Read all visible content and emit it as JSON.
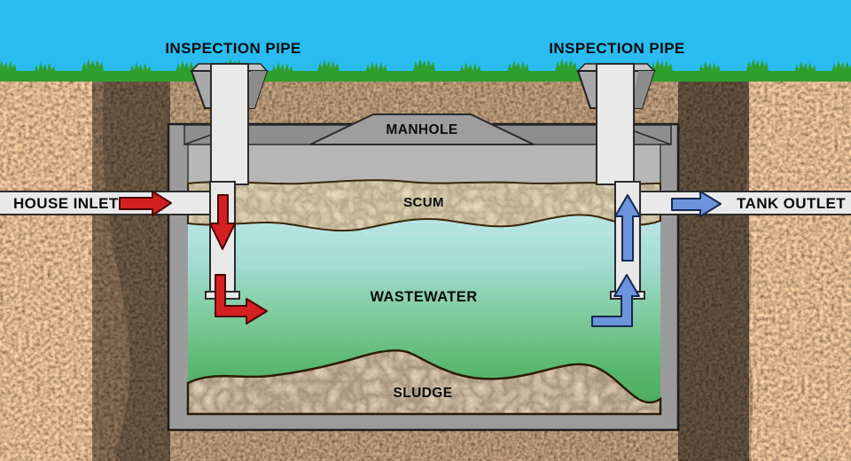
{
  "labels": {
    "inspection_pipe_left": "INSPECTION PIPE",
    "inspection_pipe_right": "INSPECTION PIPE",
    "manhole": "MANHOLE",
    "house_inlet": "HOUSE INLET",
    "tank_outlet": "TANK OUTLET",
    "scum": "SCUM",
    "wastewater": "WASTEWATER",
    "sludge": "SLUDGE"
  },
  "colors": {
    "sky": "#2ABCF1",
    "grass": "#2E9E2C",
    "soil_dark": "#26180C",
    "soil_light": "#5A3C20",
    "tank_shell": "#9B9B9B",
    "tank_lid": "#B6B6B6",
    "manhole_cover": "#8E8E8E",
    "pipe": "#E9E9E9",
    "scum_layer": "#AD9B77",
    "wastewater_top": "#C9EEED",
    "wastewater_bottom": "#47AC58",
    "sludge_layer": "#8F7A5E",
    "inlet_arrow": "#D42020",
    "outlet_arrow": "#6B94DC"
  }
}
